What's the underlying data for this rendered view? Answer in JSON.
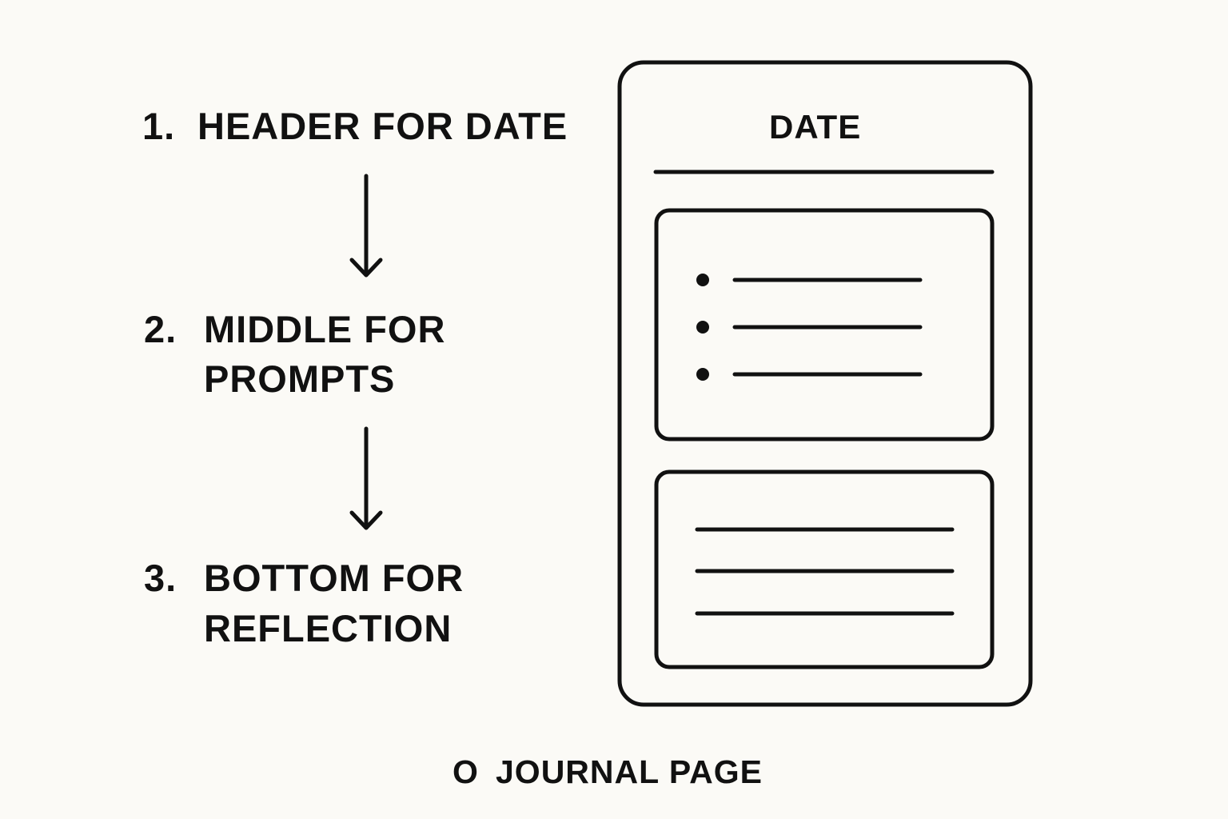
{
  "steps": [
    {
      "number": "1.",
      "lines": [
        "HEADER FOR DATE"
      ]
    },
    {
      "number": "2.",
      "lines": [
        "MIDDLE FOR",
        "PROMPTS"
      ]
    },
    {
      "number": "3.",
      "lines": [
        "BOTTOM FOR",
        "REFLECTION"
      ]
    }
  ],
  "page": {
    "header_label": "DATE",
    "prompt_bullets": 3,
    "reflection_lines": 3
  },
  "caption": {
    "marker": "O",
    "text": "JOURNAL PAGE"
  }
}
